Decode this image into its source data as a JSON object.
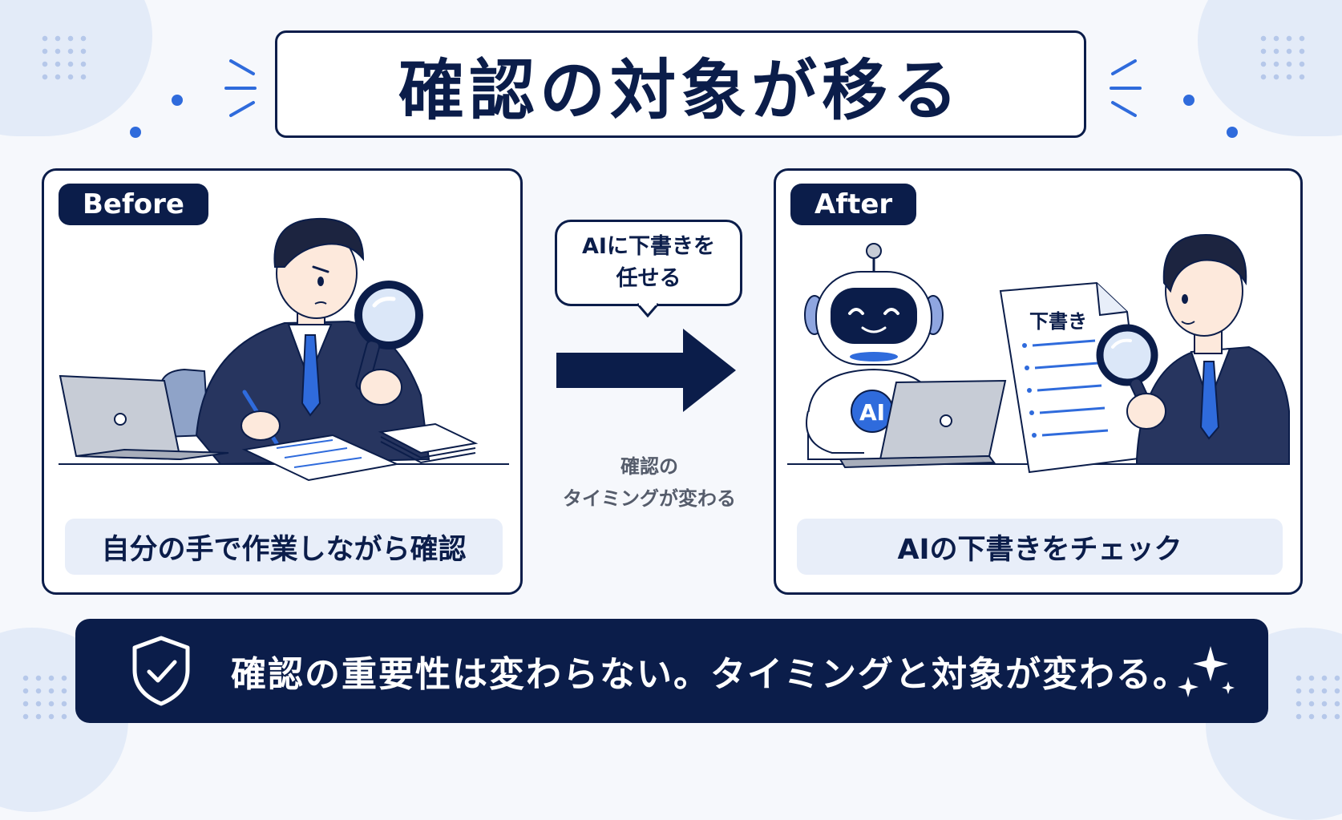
{
  "title": "確認の対象が移る",
  "before": {
    "tag": "Before",
    "caption": "自分の手で作業しながら確認"
  },
  "after": {
    "tag": "After",
    "caption": "AIの下書きをチェック",
    "robot_badge": "AI",
    "document_label": "下書き"
  },
  "transition": {
    "bubble_line1": "AIに下書きを",
    "bubble_line2": "任せる",
    "note_line1": "確認の",
    "note_line2": "タイミングが変わる"
  },
  "banner": {
    "message": "確認の重要性は変わらない。タイミングと対象が変わる。",
    "icon": "shield-check-icon"
  },
  "colors": {
    "navy": "#0b1d4a",
    "accent_blue": "#2f6bdc",
    "soft_blue": "#e8eef9",
    "background": "#f6f8fc"
  }
}
